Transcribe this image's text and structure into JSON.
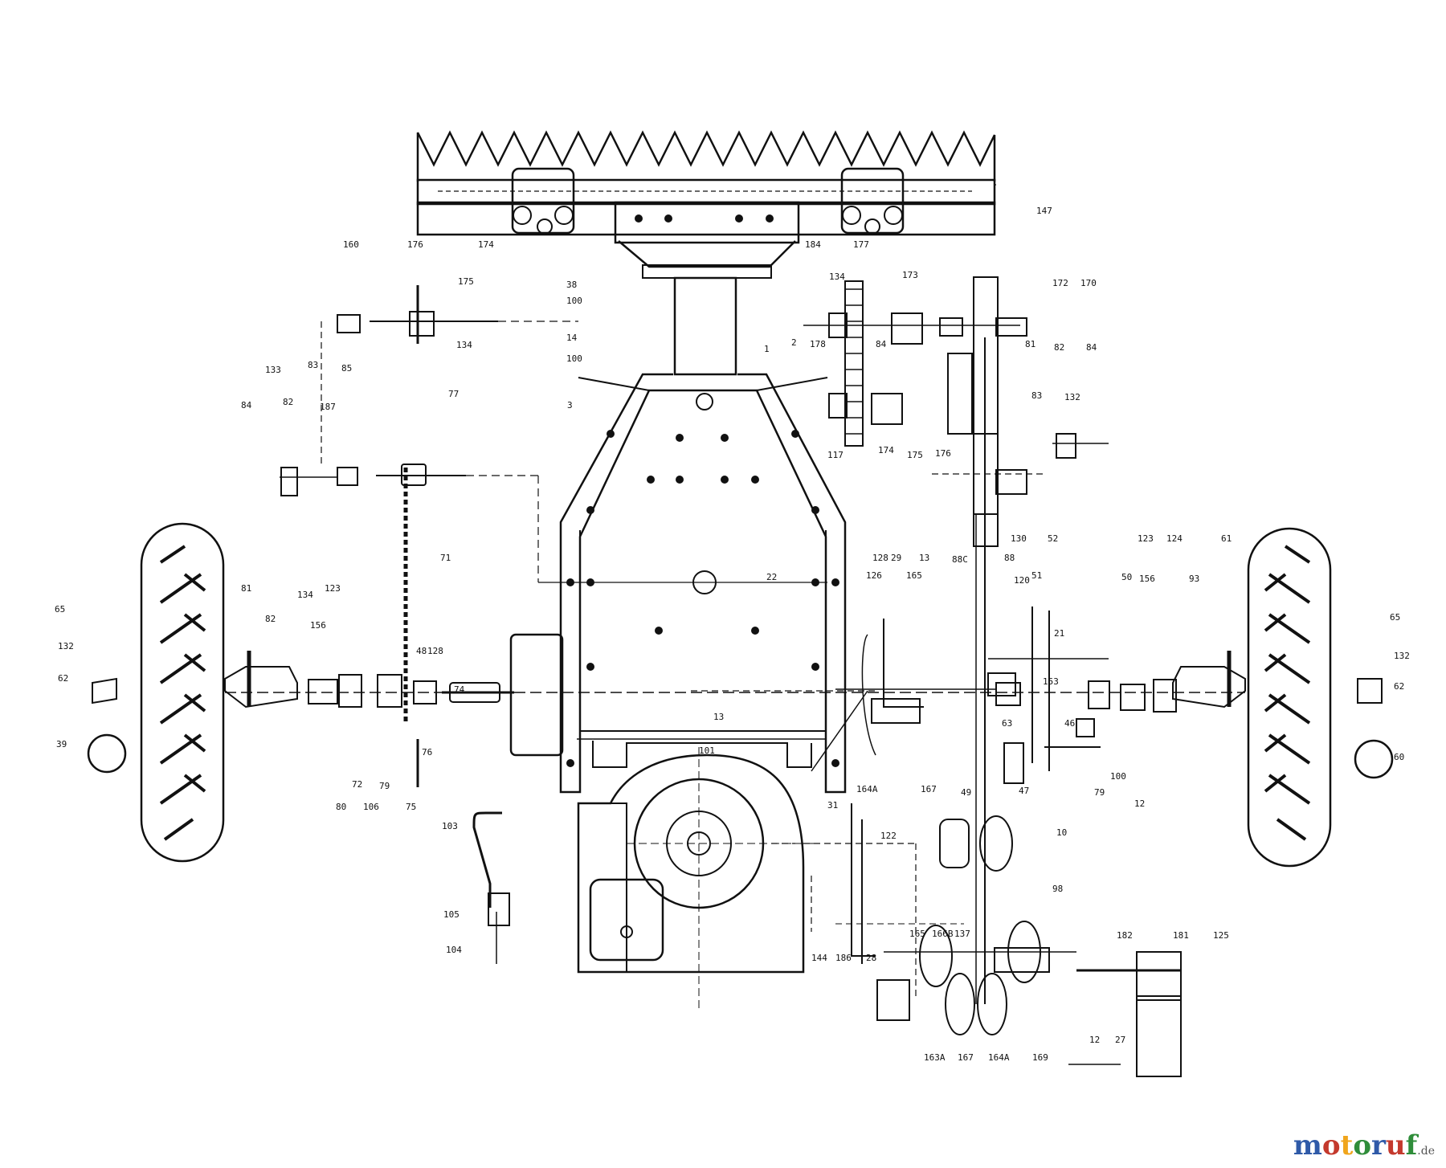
{
  "watermark": {
    "letters": [
      "m",
      "o",
      "t",
      "o",
      "r",
      "u",
      "f"
    ],
    "letter_colors": [
      "#2f5aa8",
      "#c4392d",
      "#f0a51c",
      "#2f8d3a",
      "#2f5aa8",
      "#c4392d",
      "#2f8d3a"
    ],
    "suffix": ".de"
  },
  "labels": [
    {
      "id": "147",
      "text": "147"
    },
    {
      "id": "160",
      "text": "160"
    },
    {
      "id": "176a",
      "text": "176"
    },
    {
      "id": "175a",
      "text": "175"
    },
    {
      "id": "174a",
      "text": "174"
    },
    {
      "id": "173a",
      "text": "173"
    },
    {
      "id": "172",
      "text": "172"
    },
    {
      "id": "170",
      "text": "170"
    },
    {
      "id": "134a",
      "text": "134"
    },
    {
      "id": "77",
      "text": "77"
    },
    {
      "id": "38",
      "text": "38"
    },
    {
      "id": "100a",
      "text": "100"
    },
    {
      "id": "14",
      "text": "14"
    },
    {
      "id": "100b",
      "text": "100"
    },
    {
      "id": "184",
      "text": "184"
    },
    {
      "id": "177",
      "text": "177"
    },
    {
      "id": "134b",
      "text": "134"
    },
    {
      "id": "178",
      "text": "178"
    },
    {
      "id": "3",
      "text": "3"
    },
    {
      "id": "1",
      "text": "1"
    },
    {
      "id": "2",
      "text": "2"
    },
    {
      "id": "133",
      "text": "133"
    },
    {
      "id": "83a",
      "text": "83"
    },
    {
      "id": "85",
      "text": "85"
    },
    {
      "id": "84a",
      "text": "84"
    },
    {
      "id": "82a",
      "text": "82"
    },
    {
      "id": "187",
      "text": "187"
    },
    {
      "id": "71",
      "text": "71"
    },
    {
      "id": "117",
      "text": "117"
    },
    {
      "id": "174b",
      "text": "174"
    },
    {
      "id": "175b",
      "text": "175"
    },
    {
      "id": "176b",
      "text": "176"
    },
    {
      "id": "84b",
      "text": "84"
    },
    {
      "id": "81a",
      "text": "81"
    },
    {
      "id": "82b",
      "text": "82"
    },
    {
      "id": "84c",
      "text": "84"
    },
    {
      "id": "83b",
      "text": "83"
    },
    {
      "id": "132a",
      "text": "132"
    },
    {
      "id": "88c",
      "text": "88C"
    },
    {
      "id": "88",
      "text": "88"
    },
    {
      "id": "128",
      "text": "128"
    },
    {
      "id": "29",
      "text": "29"
    },
    {
      "id": "13a",
      "text": "13"
    },
    {
      "id": "65a",
      "text": "65"
    },
    {
      "id": "132b",
      "text": "132"
    },
    {
      "id": "62a",
      "text": "62"
    },
    {
      "id": "39",
      "text": "39"
    },
    {
      "id": "81b",
      "text": "81"
    },
    {
      "id": "82c",
      "text": "82"
    },
    {
      "id": "134c",
      "text": "134"
    },
    {
      "id": "123a",
      "text": "123"
    },
    {
      "id": "156a",
      "text": "156"
    },
    {
      "id": "48",
      "text": "48"
    },
    {
      "id": "128b",
      "text": "128"
    },
    {
      "id": "74",
      "text": "74"
    },
    {
      "id": "76",
      "text": "76"
    },
    {
      "id": "72",
      "text": "72"
    },
    {
      "id": "75",
      "text": "75"
    },
    {
      "id": "79a",
      "text": "79"
    },
    {
      "id": "106a",
      "text": "106"
    },
    {
      "id": "80",
      "text": "80"
    },
    {
      "id": "22",
      "text": "22"
    },
    {
      "id": "126",
      "text": "126"
    },
    {
      "id": "165",
      "text": "165"
    },
    {
      "id": "130a",
      "text": "130"
    },
    {
      "id": "52",
      "text": "52"
    },
    {
      "id": "120",
      "text": "120"
    },
    {
      "id": "51",
      "text": "51"
    },
    {
      "id": "123b",
      "text": "123"
    },
    {
      "id": "124",
      "text": "124"
    },
    {
      "id": "156b",
      "text": "156"
    },
    {
      "id": "50",
      "text": "50"
    },
    {
      "id": "61",
      "text": "61"
    },
    {
      "id": "93",
      "text": "93"
    },
    {
      "id": "65b",
      "text": "65"
    },
    {
      "id": "132c",
      "text": "132"
    },
    {
      "id": "62b",
      "text": "62"
    },
    {
      "id": "60",
      "text": "60"
    },
    {
      "id": "21",
      "text": "21"
    },
    {
      "id": "153",
      "text": "153"
    },
    {
      "id": "13b",
      "text": "13"
    },
    {
      "id": "101",
      "text": "101"
    },
    {
      "id": "46",
      "text": "46"
    },
    {
      "id": "63",
      "text": "63"
    },
    {
      "id": "49",
      "text": "49"
    },
    {
      "id": "47",
      "text": "47"
    },
    {
      "id": "79b",
      "text": "79"
    },
    {
      "id": "100c",
      "text": "100"
    },
    {
      "id": "12a",
      "text": "12"
    },
    {
      "id": "10",
      "text": "10"
    },
    {
      "id": "164a",
      "text": "164A"
    },
    {
      "id": "167",
      "text": "167"
    },
    {
      "id": "31",
      "text": "31"
    },
    {
      "id": "122",
      "text": "122"
    },
    {
      "id": "98",
      "text": "98"
    },
    {
      "id": "103",
      "text": "103"
    },
    {
      "id": "105",
      "text": "105"
    },
    {
      "id": "104",
      "text": "104"
    },
    {
      "id": "144",
      "text": "144"
    },
    {
      "id": "186",
      "text": "186"
    },
    {
      "id": "28",
      "text": "28"
    },
    {
      "id": "165b",
      "text": "165"
    },
    {
      "id": "166b",
      "text": "166B"
    },
    {
      "id": "137",
      "text": "137"
    },
    {
      "id": "182",
      "text": "182"
    },
    {
      "id": "181",
      "text": "181"
    },
    {
      "id": "125",
      "text": "125"
    },
    {
      "id": "163a",
      "text": "163A"
    },
    {
      "id": "167b",
      "text": "167"
    },
    {
      "id": "164a2",
      "text": "164A"
    },
    {
      "id": "169",
      "text": "169"
    },
    {
      "id": "12b",
      "text": "12"
    },
    {
      "id": "27",
      "text": "27"
    }
  ]
}
